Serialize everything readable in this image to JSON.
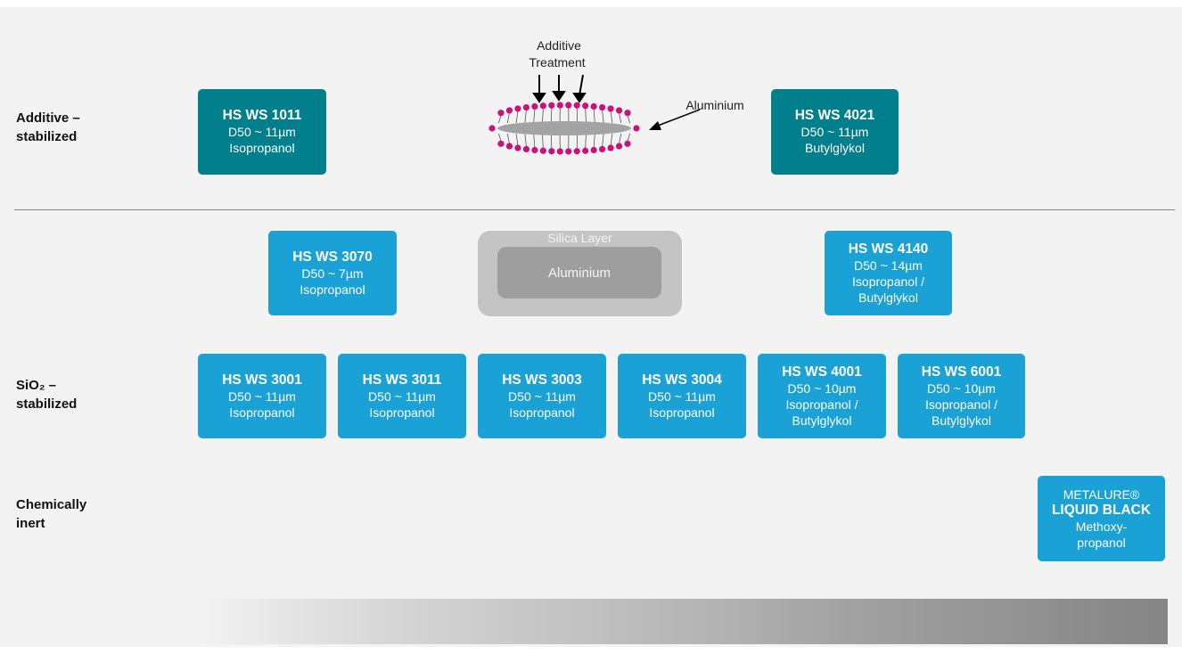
{
  "rows": {
    "additive": [
      "Additive –",
      "stabilized"
    ],
    "sio2": [
      "SiO₂ –",
      "stabilized"
    ],
    "inert": [
      "Chemically",
      "inert"
    ]
  },
  "illustration_additive": {
    "label_top": [
      "Additive",
      "Treatment"
    ],
    "label_core": "Aluminium"
  },
  "illustration_silica": {
    "label_outer": "Silica Layer",
    "label_core": "Aluminium"
  },
  "products": {
    "hs_ws_1011": {
      "name": "HS WS 1011",
      "size": "D50 ~ 11µm",
      "solvent": [
        "Isopropanol"
      ]
    },
    "hs_ws_4021": {
      "name": "HS WS 4021",
      "size": "D50 ~ 11µm",
      "solvent": [
        "Butylglykol"
      ]
    },
    "hs_ws_3070": {
      "name": "HS WS 3070",
      "size": "D50 ~ 7µm",
      "solvent": [
        "Isopropanol"
      ]
    },
    "hs_ws_4140": {
      "name": "HS WS 4140",
      "size": "D50 ~ 14µm",
      "solvent": [
        "Isopropanol /",
        "Butylglykol"
      ]
    },
    "hs_ws_3001": {
      "name": "HS WS 3001",
      "size": "D50 ~ 11µm",
      "solvent": [
        "Isopropanol"
      ]
    },
    "hs_ws_3011": {
      "name": "HS WS 3011",
      "size": "D50 ~ 11µm",
      "solvent": [
        "Isopropanol"
      ]
    },
    "hs_ws_3003": {
      "name": "HS WS 3003",
      "size": "D50 ~ 11µm",
      "solvent": [
        "Isopropanol"
      ]
    },
    "hs_ws_3004": {
      "name": "HS WS 3004",
      "size": "D50 ~ 11µm",
      "solvent": [
        "Isopropanol"
      ]
    },
    "hs_ws_4001": {
      "name": "HS WS 4001",
      "size": "D50 ~ 10µm",
      "solvent": [
        "Isopropanol /",
        "Butylglykol"
      ]
    },
    "hs_ws_6001": {
      "name": "HS WS 6001",
      "size": "D50 ~ 10µm",
      "solvent": [
        "Isopropanol /",
        "Butylglykol"
      ]
    },
    "metalure": {
      "brand": "METALURE®",
      "name": "LIQUID BLACK",
      "solvent": [
        "Methoxy-",
        "propanol"
      ]
    }
  },
  "colors": {
    "teal": "#017f8c",
    "blue": "#1aa2d6",
    "magenta": "#cc0f7a",
    "grey_outer": "#c4c4c4",
    "grey_core": "#9e9e9e"
  }
}
